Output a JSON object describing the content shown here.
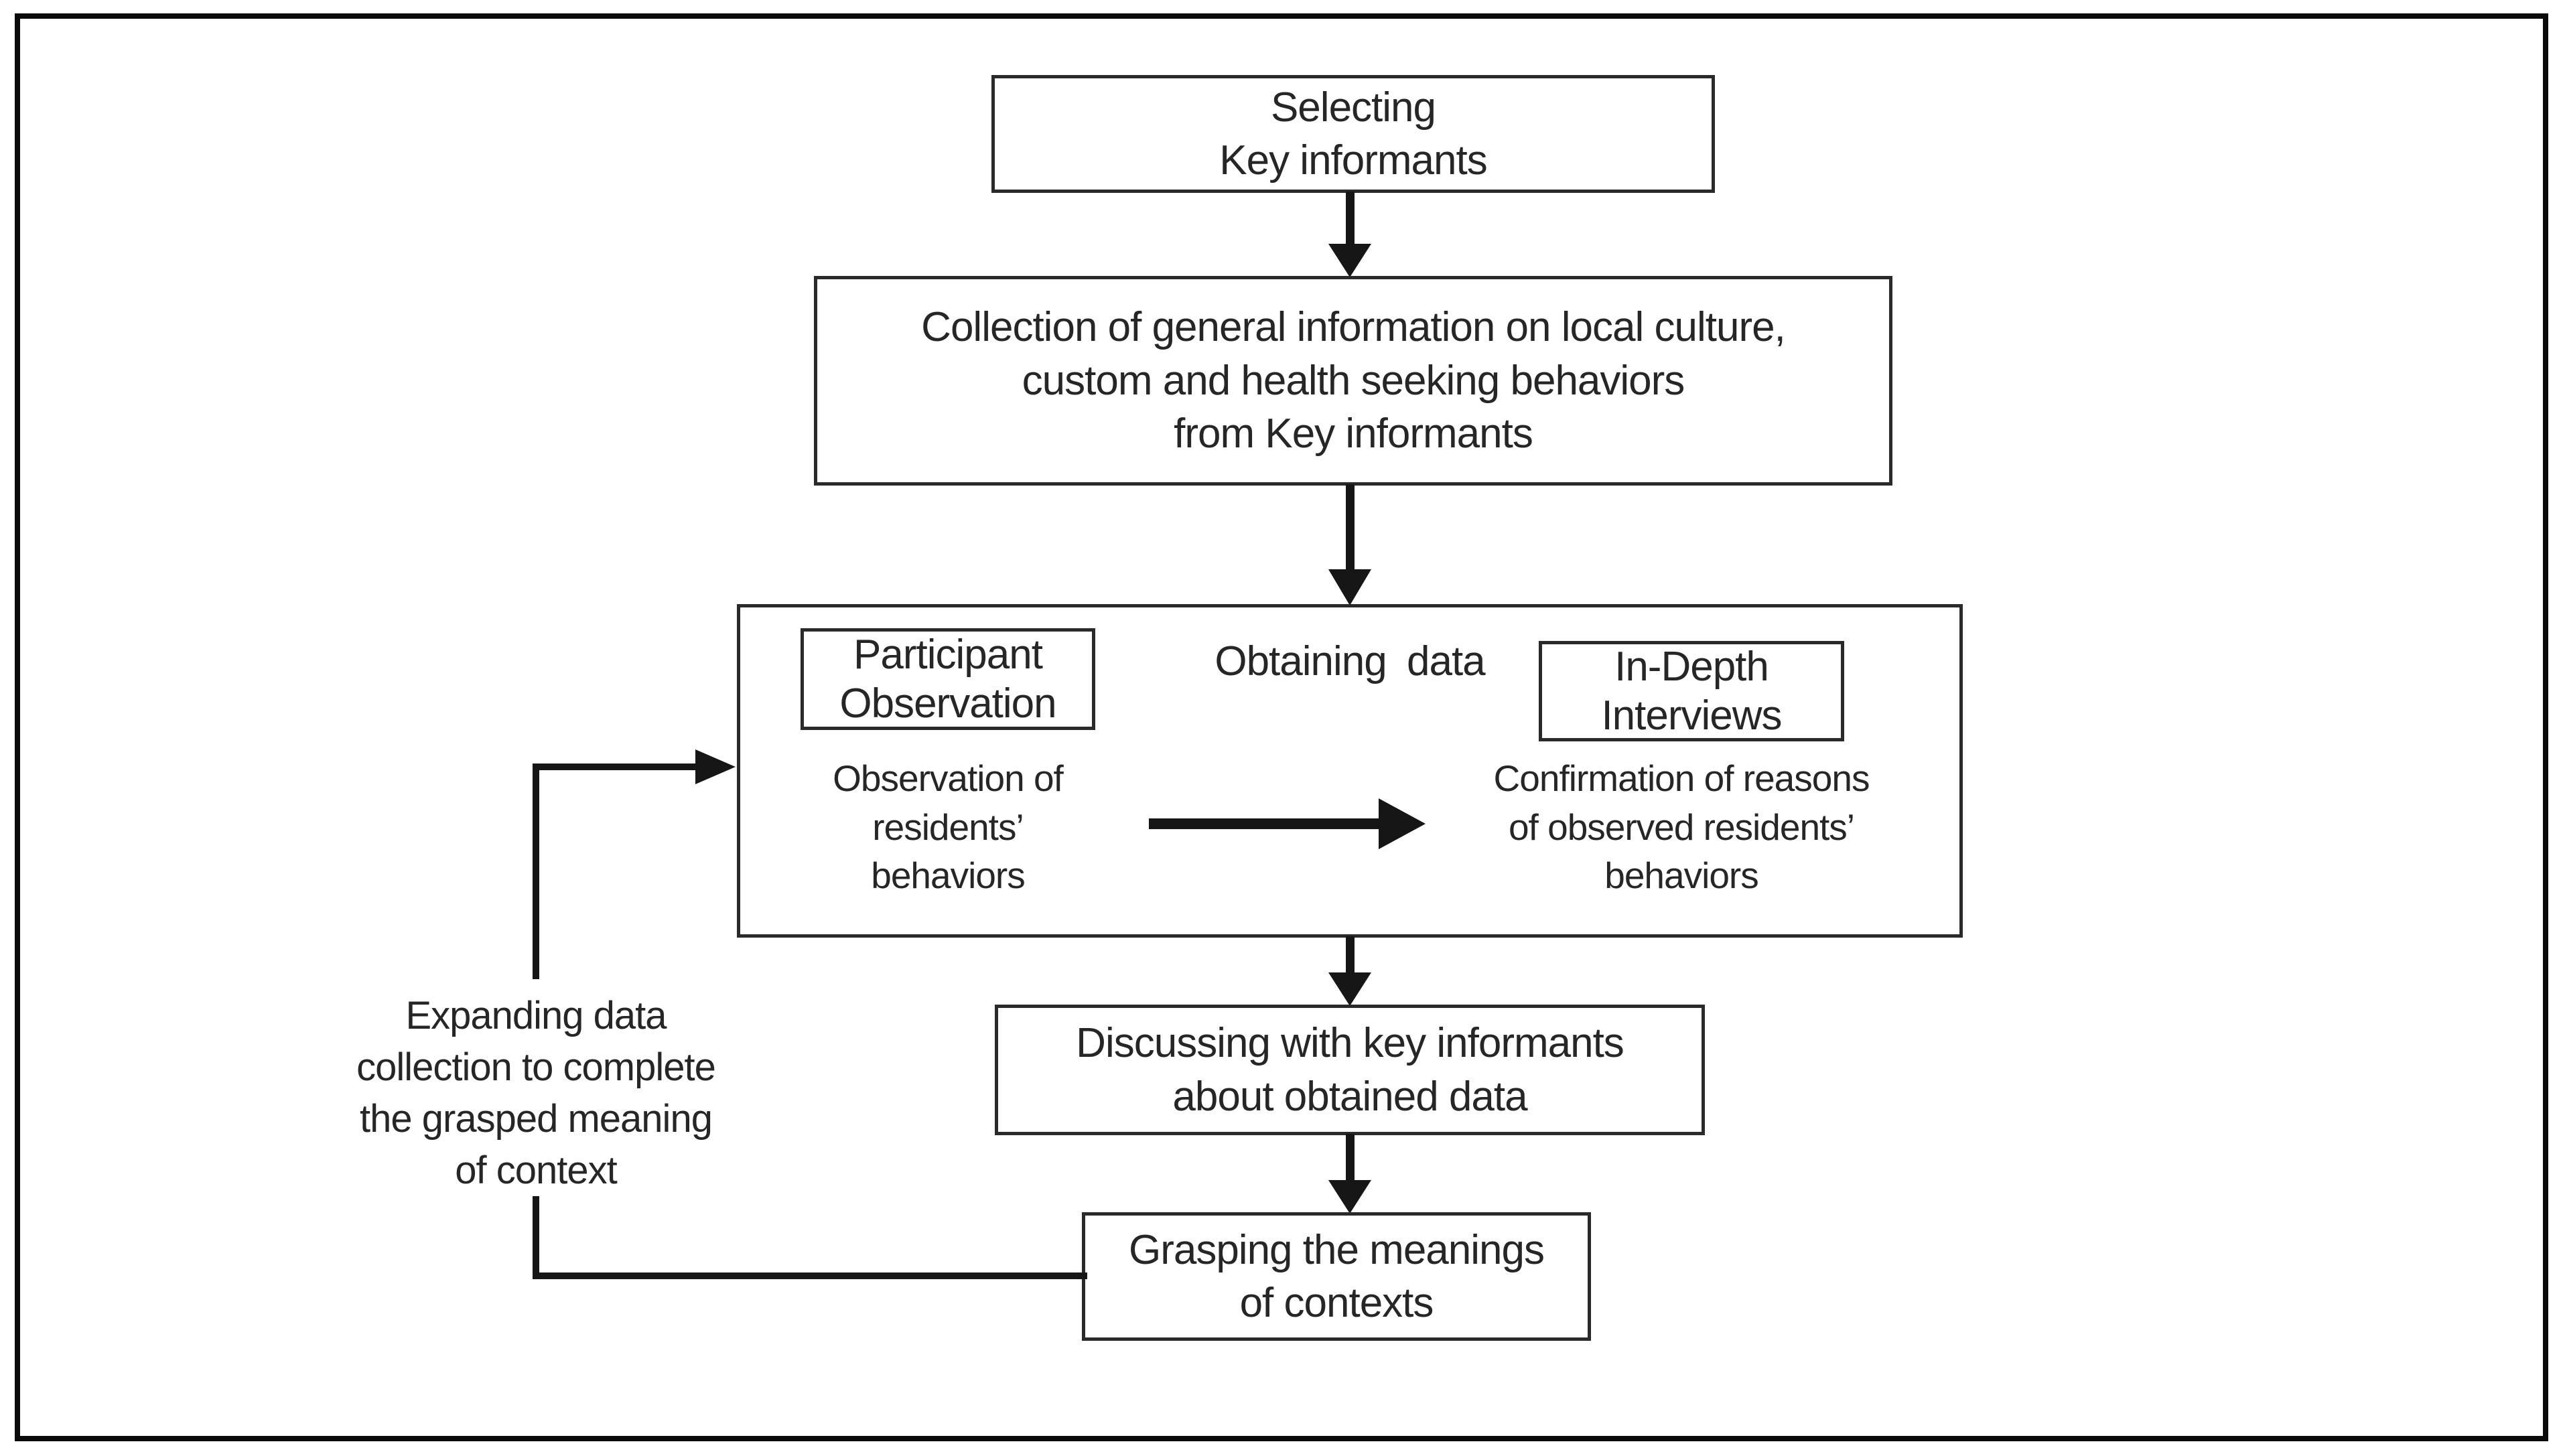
{
  "flow": {
    "step_selecting": "Selecting\nKey informants",
    "step_collection": "Collection of general information on local culture,\ncustom and health seeking behaviors\nfrom Key informants",
    "obtaining": {
      "title": "Obtaining  data",
      "participant_observation": "Participant\nObservation",
      "in_depth_interviews": "In-Depth\nInterviews",
      "observation_desc": "Observation of\nresidents’\nbehaviors",
      "confirmation_desc": "Confirmation of reasons\nof observed residents’\nbehaviors"
    },
    "step_discussing": "Discussing with key informants\nabout obtained data",
    "step_grasping": "Grasping the meanings\nof contexts",
    "loop_label": "Expanding data\ncollection to complete\nthe grasped meaning\nof context"
  },
  "colors": {
    "line": "#161616",
    "text": "#262626",
    "background": "#ffffff"
  }
}
